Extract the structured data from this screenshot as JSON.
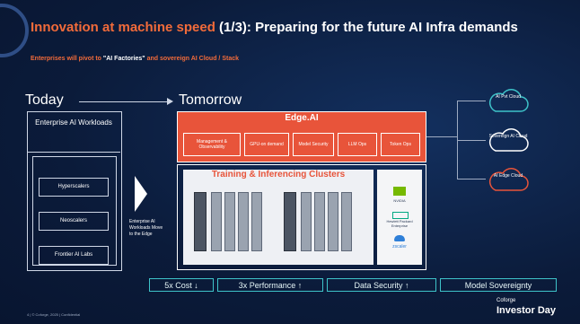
{
  "slide": {
    "title_accent": "Innovation at machine speed",
    "title_rest": " (1/3): Preparing for the future AI Infra demands",
    "subtitle_prefix": "Enterprises will pivot to ",
    "subtitle_bold": "\"AI Factories\"",
    "subtitle_suffix": " and sovereign AI Cloud / Stack"
  },
  "today": {
    "label": "Today",
    "box_title": "Enterprise AI Workloads",
    "items": [
      "Hyperscalers",
      "Neoscalers",
      "Frontier AI Labs"
    ],
    "move_text": "Enterprise AI Workloads Move to the Edge"
  },
  "tomorrow": {
    "label": "Tomorrow",
    "edge_title": "Edge.AI",
    "edge_items": [
      "Management & Observability",
      "GPU-on demand",
      "Model Security",
      "LLM Ops",
      "Token Ops"
    ],
    "cluster_title": "Training & Inferencing Clusters",
    "vendors": [
      "NVIDIA",
      "Hewlett Packard Enterprise",
      "zscaler"
    ]
  },
  "clouds": [
    {
      "label": "AI Pvt Cloud",
      "color": "#3ec3c9"
    },
    {
      "label": "Sovereign AI Cloud",
      "color": "#ffffff"
    },
    {
      "label": "AI Edge Cloud",
      "color": "#e8543a"
    }
  ],
  "benefits": [
    "5x Cost ↓",
    "3x Performance ↑",
    "Data Security ↑",
    "Model Sovereignty"
  ],
  "footer": {
    "left": "4 | © Coforge, 2025 | Confidential",
    "brand": "Coforge",
    "event": "Investor Day"
  },
  "colors": {
    "accent": "#e8543a",
    "teal": "#3ec3c9",
    "background": "#0b1b3a"
  }
}
